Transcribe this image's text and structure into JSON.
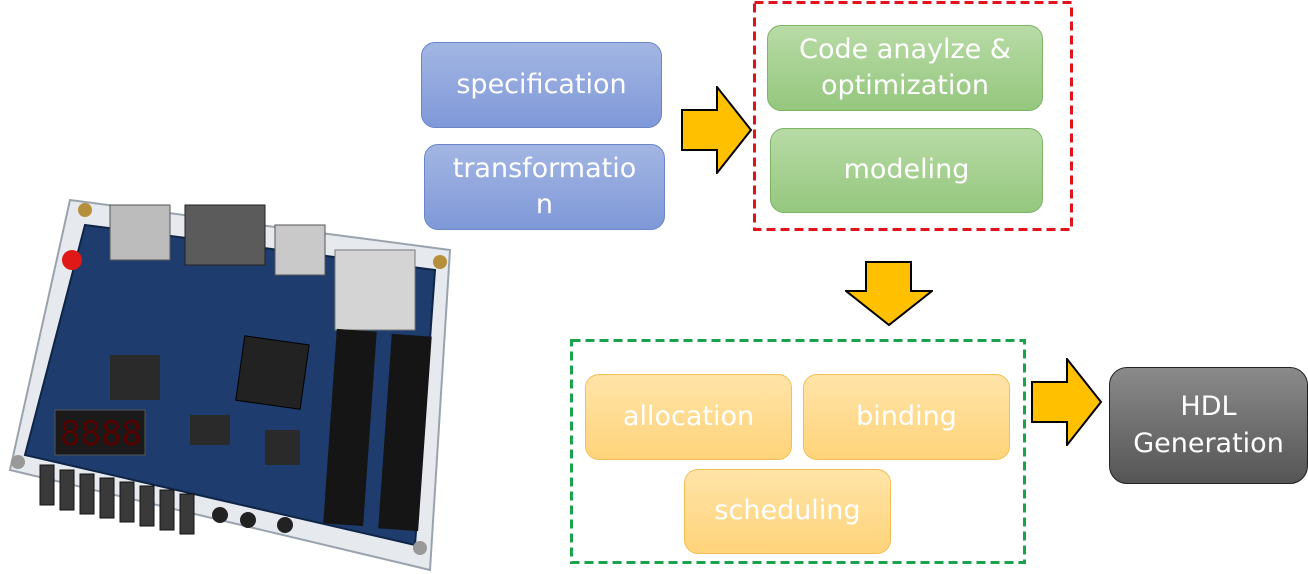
{
  "stage1": [
    "specification",
    "transformatio\nn"
  ],
  "stage2": [
    "Code anaylze &\noptimization",
    "modeling"
  ],
  "stage3": [
    "allocation",
    "binding",
    "scheduling"
  ],
  "output": "HDL\nGeneration",
  "colors": {
    "arrow": "#ffc000",
    "red_dash": "#e0141c",
    "green_dash": "#1aa34a"
  }
}
